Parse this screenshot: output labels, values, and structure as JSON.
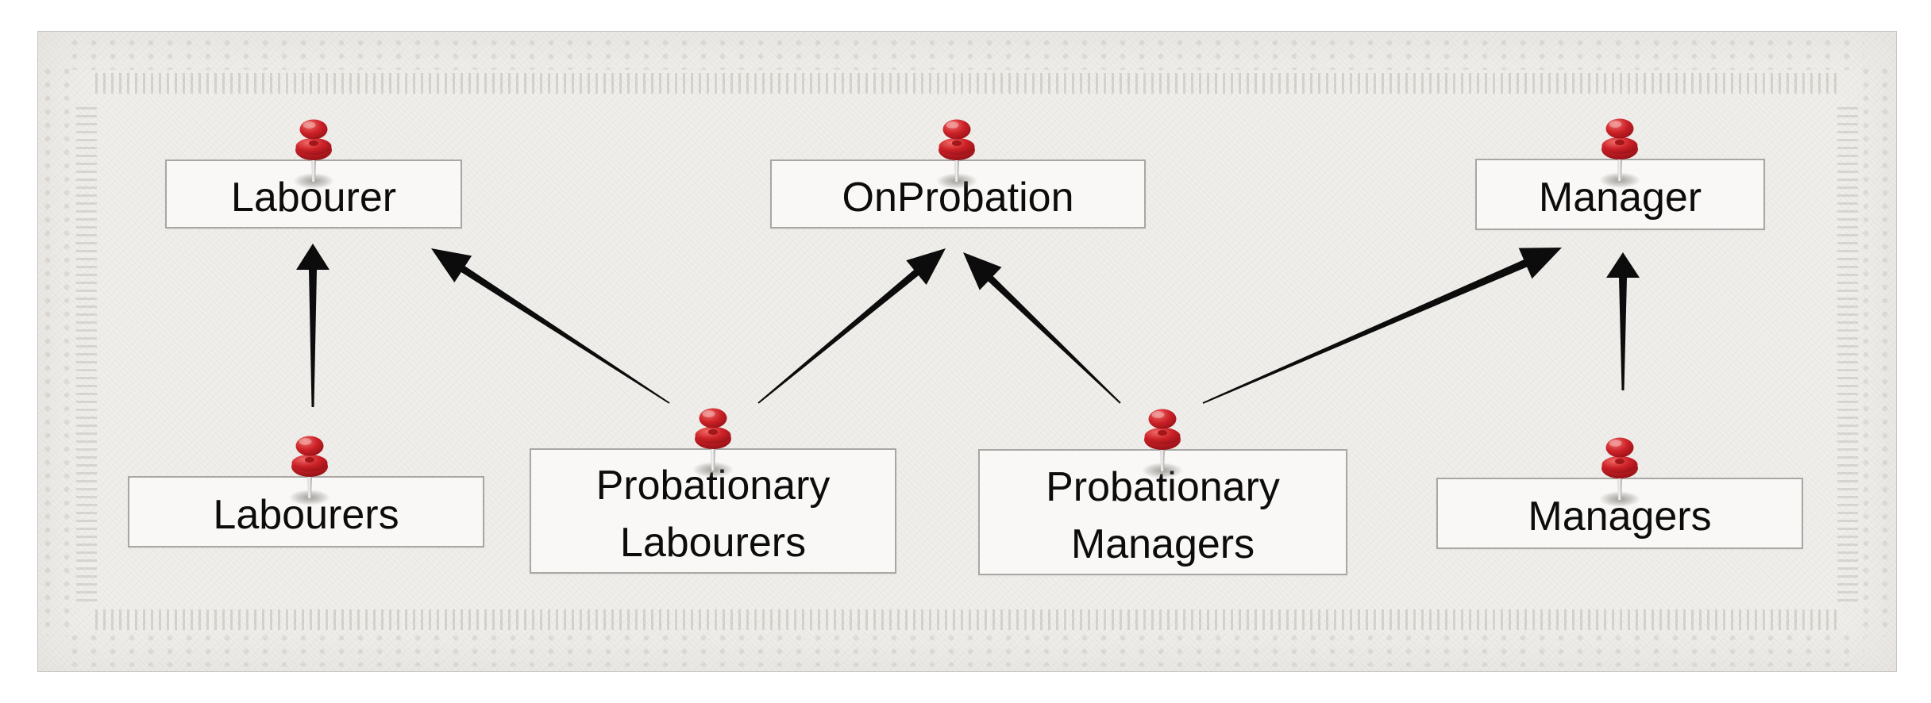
{
  "diagram": {
    "kind": "class-hierarchy-diagram",
    "pin_icon": "red-pushpin",
    "nodes": [
      {
        "id": "labourer",
        "label": "Labourer",
        "row": "top"
      },
      {
        "id": "onprobation",
        "label": "OnProbation",
        "row": "top"
      },
      {
        "id": "manager",
        "label": "Manager",
        "row": "top"
      },
      {
        "id": "labourers",
        "label": "Labourers",
        "row": "bottom"
      },
      {
        "id": "probationary-labourers",
        "label": "Probationary Labourers",
        "row": "bottom"
      },
      {
        "id": "probationary-managers",
        "label": "Probationary Managers",
        "row": "bottom"
      },
      {
        "id": "managers",
        "label": "Managers",
        "row": "bottom"
      }
    ],
    "edges": [
      {
        "from": "Labourers",
        "to": "Labourer"
      },
      {
        "from": "Probationary Labourers",
        "to": "Labourer"
      },
      {
        "from": "Probationary Labourers",
        "to": "OnProbation"
      },
      {
        "from": "Probationary Managers",
        "to": "OnProbation"
      },
      {
        "from": "Probationary Managers",
        "to": "Manager"
      },
      {
        "from": "Managers",
        "to": "Manager"
      }
    ],
    "colors": {
      "pin_red": "#c5272c",
      "arrow_black": "#0c0c0c",
      "box_background": "#f9f8f6",
      "box_border": "#a9a7a3",
      "panel_background": "#efeeeb",
      "page_background": "#ffffff"
    }
  }
}
